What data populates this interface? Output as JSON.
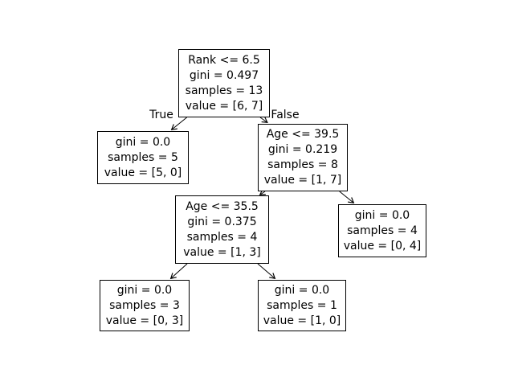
{
  "figure": {
    "type": "decision-tree-plot",
    "background": "#ffffff",
    "node_fill": "#ffffff",
    "node_border": "#000000",
    "text_color": "#000000"
  },
  "edge_labels": {
    "true_label": "True",
    "false_label": "False"
  },
  "nodes": [
    {
      "id": "root",
      "lines": [
        "Rank <= 6.5",
        "gini = 0.497",
        "samples = 13",
        "value = [6, 7]"
      ]
    },
    {
      "id": "true-leaf",
      "lines": [
        "gini = 0.0",
        "samples = 5",
        "value = [5, 0]"
      ]
    },
    {
      "id": "false-internal",
      "lines": [
        "Age <= 39.5",
        "gini = 0.219",
        "samples = 8",
        "value = [1, 7]"
      ]
    },
    {
      "id": "age2-internal",
      "lines": [
        "Age <= 35.5",
        "gini = 0.375",
        "samples = 4",
        "value = [1, 3]"
      ]
    },
    {
      "id": "age-false-leaf",
      "lines": [
        "gini = 0.0",
        "samples = 4",
        "value = [0, 4]"
      ]
    },
    {
      "id": "age2-true-leaf",
      "lines": [
        "gini = 0.0",
        "samples = 3",
        "value = [0, 3]"
      ]
    },
    {
      "id": "age2-false-leaf",
      "lines": [
        "gini = 0.0",
        "samples = 1",
        "value = [1, 0]"
      ]
    }
  ],
  "edges": [
    {
      "from": "root",
      "to": "true-leaf",
      "label": "True"
    },
    {
      "from": "root",
      "to": "false-internal",
      "label": "False"
    },
    {
      "from": "false-internal",
      "to": "age2-internal",
      "label": ""
    },
    {
      "from": "false-internal",
      "to": "age-false-leaf",
      "label": ""
    },
    {
      "from": "age2-internal",
      "to": "age2-true-leaf",
      "label": ""
    },
    {
      "from": "age2-internal",
      "to": "age2-false-leaf",
      "label": ""
    }
  ]
}
